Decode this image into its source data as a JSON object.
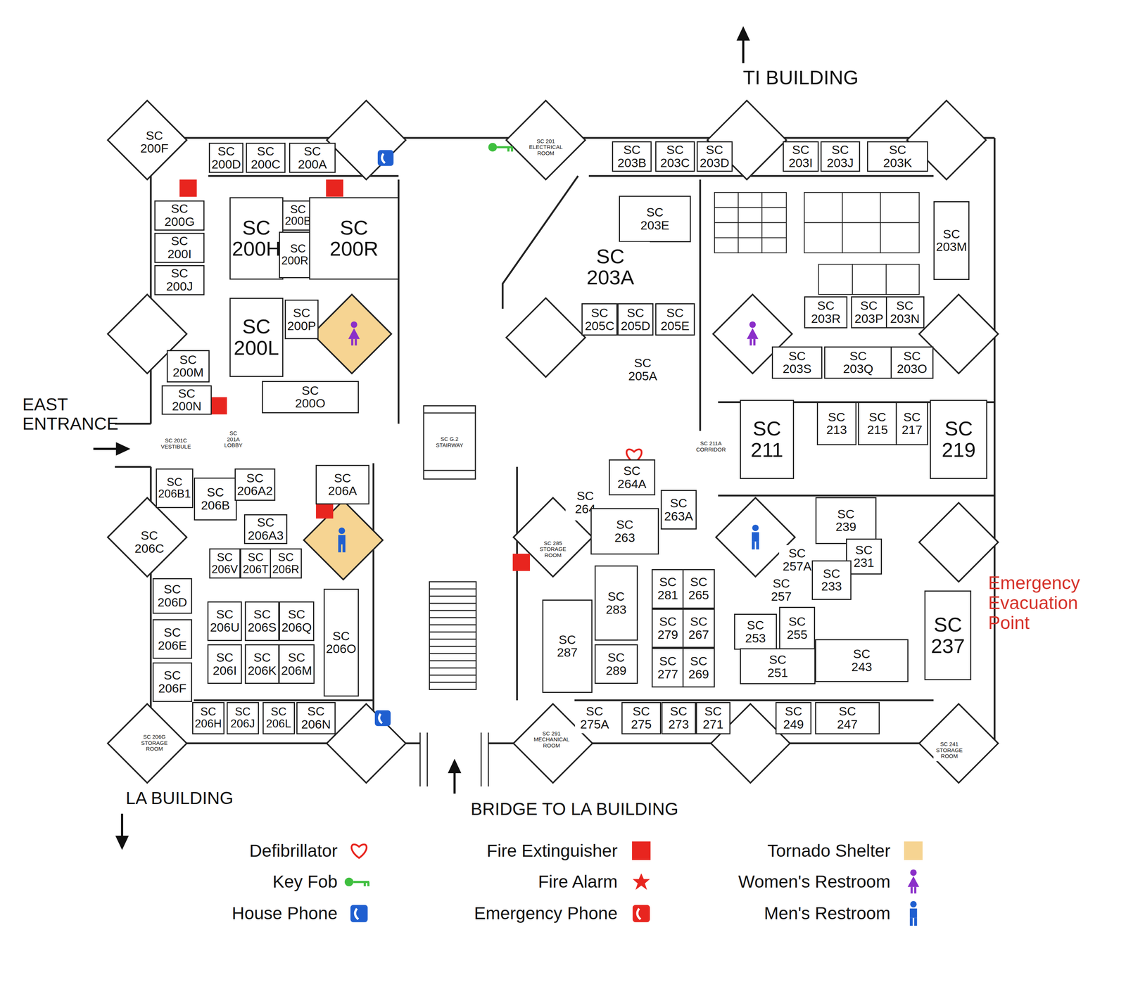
{
  "diagram": {
    "nodes": [
      {
        "text": [
          "SC 200F"
        ]
      },
      {
        "text": [
          "SC 200D"
        ]
      },
      {
        "text": [
          "SC 200C"
        ]
      },
      {
        "text": [
          "SC 200A"
        ]
      },
      {
        "text": [
          "SC 200G"
        ]
      },
      {
        "text": [
          "SC 200I"
        ]
      },
      {
        "text": [
          "SC 200J"
        ]
      },
      {
        "text": [
          "SC 200H"
        ]
      },
      {
        "text": [
          "SC 200B"
        ]
      },
      {
        "text": [
          "SC 200R1"
        ]
      },
      {
        "text": [
          "SC 200R"
        ]
      },
      {
        "text": [
          "SC 200P"
        ]
      },
      {
        "text": [
          "SC 200L"
        ]
      },
      {
        "text": [
          "SC 200M"
        ]
      },
      {
        "text": [
          "SC 200N"
        ]
      },
      {
        "text": [
          "SC 200O"
        ]
      },
      {
        "text": [
          "SC 206B1"
        ]
      },
      {
        "text": [
          "SC 206B"
        ]
      },
      {
        "text": [
          "SC 206A2"
        ]
      },
      {
        "text": [
          "SC 206A"
        ]
      },
      {
        "text": [
          "SC 206A3"
        ]
      },
      {
        "text": [
          "SC 206C"
        ]
      },
      {
        "text": [
          "SC 206V"
        ]
      },
      {
        "text": [
          "SC 206T"
        ]
      },
      {
        "text": [
          "SC 206R"
        ]
      },
      {
        "text": [
          "SC 206D"
        ]
      },
      {
        "text": [
          "SC 206U"
        ]
      },
      {
        "text": [
          "SC 206S"
        ]
      },
      {
        "text": [
          "SC 206Q"
        ]
      },
      {
        "text": [
          "SC 206O"
        ]
      },
      {
        "text": [
          "SC 206E"
        ]
      },
      {
        "text": [
          "SC 206I"
        ]
      },
      {
        "text": [
          "SC 206K"
        ]
      },
      {
        "text": [
          "SC 206M"
        ]
      },
      {
        "text": [
          "SC 206F"
        ]
      },
      {
        "text": [
          "SC 206H"
        ]
      },
      {
        "text": [
          "SC 206J"
        ]
      },
      {
        "text": [
          "SC 206L"
        ]
      },
      {
        "text": [
          "SC 206N"
        ]
      },
      {
        "text": [
          "SC 203B"
        ]
      },
      {
        "text": [
          "SC 203C"
        ]
      },
      {
        "text": [
          "SC 203D"
        ]
      },
      {
        "text": [
          "SC 203I"
        ]
      },
      {
        "text": [
          "SC 203J"
        ]
      },
      {
        "text": [
          "SC 203K"
        ]
      },
      {
        "text": [
          "SC 203E"
        ]
      },
      {
        "text": [
          "SC 203A"
        ]
      },
      {
        "text": [
          "SC 203M"
        ]
      },
      {
        "text": [
          "SC 205C"
        ]
      },
      {
        "text": [
          "SC 205D"
        ]
      },
      {
        "text": [
          "SC 205E"
        ]
      },
      {
        "text": [
          "SC 205A"
        ]
      },
      {
        "text": [
          "SC 203N"
        ]
      },
      {
        "text": [
          "SC 203P"
        ]
      },
      {
        "text": [
          "SC 203R"
        ]
      },
      {
        "text": [
          "SC 203S"
        ]
      },
      {
        "text": [
          "SC 203Q"
        ]
      },
      {
        "text": [
          "SC 203O"
        ]
      },
      {
        "text": [
          "SC 211"
        ]
      },
      {
        "text": [
          "SC 213"
        ]
      },
      {
        "text": [
          "SC 215"
        ]
      },
      {
        "text": [
          "SC 217"
        ]
      },
      {
        "text": [
          "SC 219"
        ]
      },
      {
        "text": [
          "SC 264A"
        ]
      },
      {
        "text": [
          "SC 264"
        ]
      },
      {
        "text": [
          "SC 263"
        ]
      },
      {
        "text": [
          "SC 263A"
        ]
      },
      {
        "text": [
          "SC 239"
        ]
      },
      {
        "text": [
          "SC 231"
        ]
      },
      {
        "text": [
          "SC 257A"
        ]
      },
      {
        "text": [
          "SC 233"
        ]
      },
      {
        "text": [
          "SC 257"
        ]
      },
      {
        "text": [
          "SC 281"
        ]
      },
      {
        "text": [
          "SC 265"
        ]
      },
      {
        "text": [
          "SC 283"
        ]
      },
      {
        "text": [
          "SC 279"
        ]
      },
      {
        "text": [
          "SC 267"
        ]
      },
      {
        "text": [
          "SC 253"
        ]
      },
      {
        "text": [
          "SC 255"
        ]
      },
      {
        "text": [
          "SC 237"
        ]
      },
      {
        "text": [
          "SC 287"
        ]
      },
      {
        "text": [
          "SC 289"
        ]
      },
      {
        "text": [
          "SC 277"
        ]
      },
      {
        "text": [
          "SC 269"
        ]
      },
      {
        "text": [
          "SC 251"
        ]
      },
      {
        "text": [
          "SC 243"
        ]
      },
      {
        "text": [
          "SC 275A"
        ]
      },
      {
        "text": [
          "SC 275"
        ]
      },
      {
        "text": [
          "SC 273"
        ]
      },
      {
        "text": [
          "SC 271"
        ]
      },
      {
        "text": [
          "SC 249"
        ]
      },
      {
        "text": [
          "SC 247"
        ]
      },
      {
        "text": [
          "SC G.2 STAIRWAY"
        ]
      },
      {
        "text": [
          "SC 201 ELECTRICAL ROOM"
        ]
      },
      {
        "text": [
          "SC 285 STORAGE ROOM"
        ]
      },
      {
        "text": [
          "SC 291 MECHANICAL ROOM"
        ]
      },
      {
        "text": [
          "SC 201A LOBBY"
        ]
      },
      {
        "text": [
          "SC 201C VESTIBULE"
        ]
      },
      {
        "text": [
          "SC 206G STORAGE ROOM"
        ]
      },
      {
        "text": [
          "SC 241 STORAGE ROOM"
        ]
      },
      {
        "text": [
          "SC 211A CORRIDOR"
        ]
      }
    ],
    "labels": [
      "TI BUILDING",
      "EAST ENTRANCE",
      "LA BUILDING",
      "BRIDGE TO LA BUILDING",
      "Emergency Evacuation Point"
    ],
    "legend": [
      {
        "text": "Tornado Shelter",
        "color": "#f6d492"
      },
      {
        "text": "Fire Extinguisher",
        "color": "#e8251f"
      },
      {
        "text": "Defibrillator"
      },
      {
        "text": "Women's Restroom"
      },
      {
        "text": "Fire Alarm"
      },
      {
        "text": "Key Fob"
      },
      {
        "text": "Men's Restroom"
      },
      {
        "text": "Emergency Phone"
      },
      {
        "text": "House Phone"
      }
    ]
  }
}
